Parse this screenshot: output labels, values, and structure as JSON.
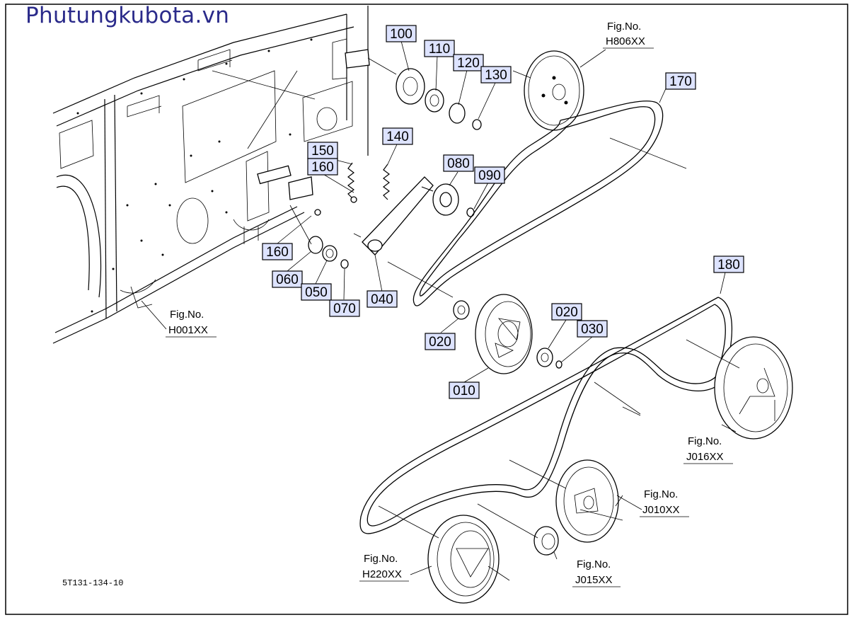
{
  "watermark": "Phutungkubota.vn",
  "drawing_code": "5T131-134-10",
  "part_labels": [
    "100",
    "110",
    "120",
    "130",
    "170",
    "140",
    "150",
    "160",
    "080",
    "090",
    "160",
    "060",
    "050",
    "070",
    "040",
    "020",
    "020",
    "030",
    "010",
    "180"
  ],
  "figure_refs": [
    {
      "title": "Fig.No.",
      "code": "H806XX"
    },
    {
      "title": "Fig.No.",
      "code": "H001XX"
    },
    {
      "title": "Fig.No.",
      "code": "J016XX"
    },
    {
      "title": "Fig.No.",
      "code": "J010XX"
    },
    {
      "title": "Fig.No.",
      "code": "J015XX"
    },
    {
      "title": "Fig.No.",
      "code": "H220XX"
    }
  ],
  "colors": {
    "label_fill": "#dde3ff",
    "watermark": "#2a2a8a",
    "line": "#000000"
  }
}
